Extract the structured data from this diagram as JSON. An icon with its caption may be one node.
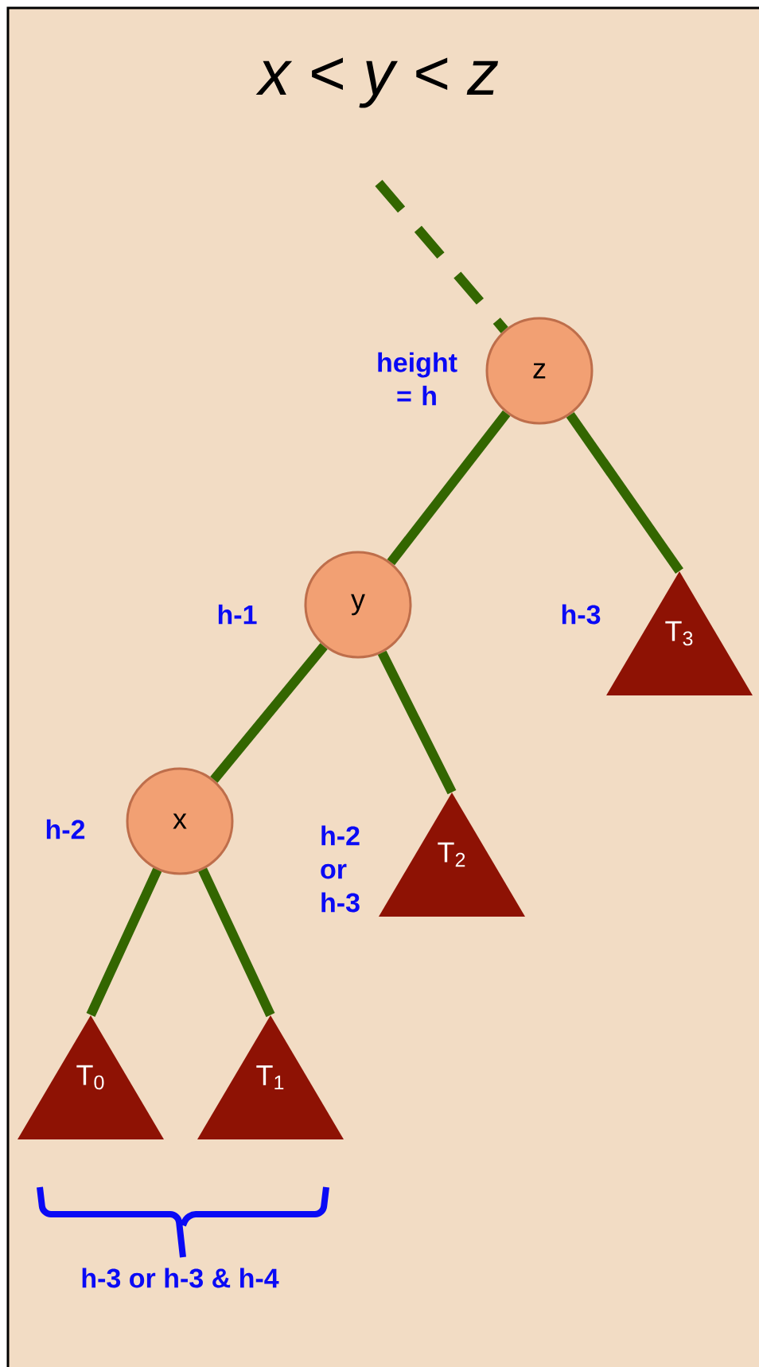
{
  "diagram": {
    "title": "x < y < z",
    "nodes": [
      {
        "text": [
          "z"
        ],
        "beside": [
          "height = h"
        ]
      },
      {
        "text": [
          "y"
        ],
        "beside": [
          "h-1"
        ]
      },
      {
        "text": [
          "T$_{3}$"
        ],
        "beside": [
          "h-3"
        ]
      },
      {
        "text": [
          "x"
        ],
        "beside": [
          "h-2"
        ]
      },
      {
        "text": [
          "T$_{2}$"
        ],
        "beside": [
          "h-2 or h-3"
        ]
      },
      {
        "text": [
          "T$_{0}$"
        ]
      },
      {
        "text": [
          "T$_{1}$"
        ]
      }
    ],
    "edges": [
      {
        "from": null,
        "to": 0,
        "arrow": "none",
        "style": "dashed"
      },
      {
        "from": 0,
        "to": 1,
        "arrow": "none"
      },
      {
        "from": 0,
        "to": 2,
        "arrow": "none"
      },
      {
        "from": 1,
        "to": 3,
        "arrow": "none"
      },
      {
        "from": 1,
        "to": 4,
        "arrow": "none"
      },
      {
        "from": 3,
        "to": 5,
        "arrow": "none"
      },
      {
        "from": 3,
        "to": 6,
        "arrow": "none"
      }
    ],
    "labels": [
      "h-3 or h-3 & h-4"
    ]
  }
}
